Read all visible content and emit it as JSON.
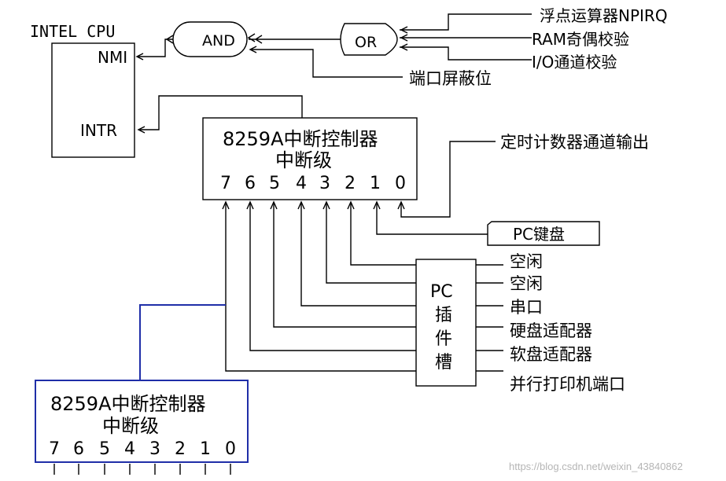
{
  "cpu": {
    "title": "INTEL CPU",
    "nmi": "NMI",
    "intr": "INTR"
  },
  "gates": {
    "and": "AND",
    "or": "OR"
  },
  "nmi_sources": [
    "浮点运算器NPIRQ",
    "RAM奇偶校验",
    "I/O通道校验"
  ],
  "port_mask": "端口屏蔽位",
  "master_pic": {
    "title": "8259A中断控制器",
    "subtitle": "中断级",
    "levels": [
      "7",
      "6",
      "5",
      "4",
      "3",
      "2",
      "1",
      "0"
    ]
  },
  "timer_output": "定时计数器通道输出",
  "keyboard": "PC键盘",
  "slot": {
    "label": [
      "PC",
      "插",
      "件",
      "槽"
    ],
    "devices": [
      "空闲",
      "空闲",
      "串口",
      "硬盘适配器",
      "软盘适配器",
      "并行打印机端口"
    ]
  },
  "slave_pic": {
    "title": "8259A中断控制器",
    "subtitle": "中断级",
    "levels": [
      "7",
      "6",
      "5",
      "4",
      "3",
      "2",
      "1",
      "0"
    ]
  },
  "watermark": "https://blog.csdn.net/weixin_43840862",
  "colors": {
    "line": "#000000",
    "slave_border": "#1f2ea8",
    "watermark": "#b5b5b5"
  }
}
